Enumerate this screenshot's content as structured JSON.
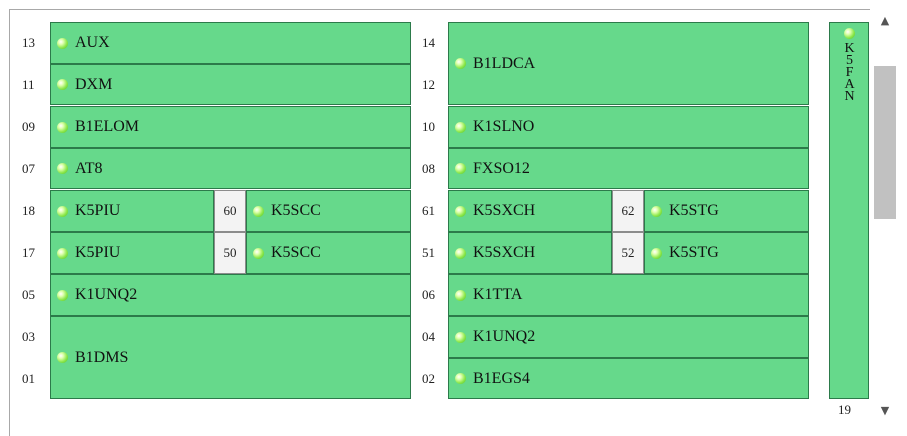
{
  "left_column": {
    "rows": [
      {
        "slot": "13",
        "label": "AUX"
      },
      {
        "slot": "11",
        "label": "DXM"
      },
      {
        "slot": "09",
        "label": "B1ELOM"
      },
      {
        "slot": "07",
        "label": "AT8"
      },
      {
        "slot": "18",
        "label": "K5PIU",
        "slot2": "60",
        "label2": "K5SCC"
      },
      {
        "slot": "17",
        "label": "K5PIU",
        "slot2": "50",
        "label2": "K5SCC"
      },
      {
        "slot": "05",
        "label": "K1UNQ2"
      },
      {
        "slot": "03",
        "slot_b": "01",
        "label": "B1DMS"
      }
    ]
  },
  "right_column": {
    "rows": [
      {
        "slot": "14",
        "slot_b": "12",
        "label": "B1LDCA"
      },
      {
        "slot": "10",
        "label": "K1SLNO"
      },
      {
        "slot": "08",
        "label": "FXSO12"
      },
      {
        "slot": "61",
        "label": "K5SXCH",
        "slot2": "62",
        "label2": "K5STG"
      },
      {
        "slot": "51",
        "label": "K5SXCH",
        "slot2": "52",
        "label2": "K5STG"
      },
      {
        "slot": "06",
        "label": "K1TTA"
      },
      {
        "slot": "04",
        "label": "K1UNQ2"
      },
      {
        "slot": "02",
        "label": "B1EGS4"
      }
    ]
  },
  "vertical_card": {
    "label": "K5FAN",
    "slot": "19"
  },
  "scrollbar": {
    "up_icon": "chevron-up-icon",
    "down_icon": "chevron-down-icon"
  },
  "colors": {
    "card_bg": "#66d98b",
    "card_border": "#2c7a4a",
    "led": "#8be84a"
  }
}
